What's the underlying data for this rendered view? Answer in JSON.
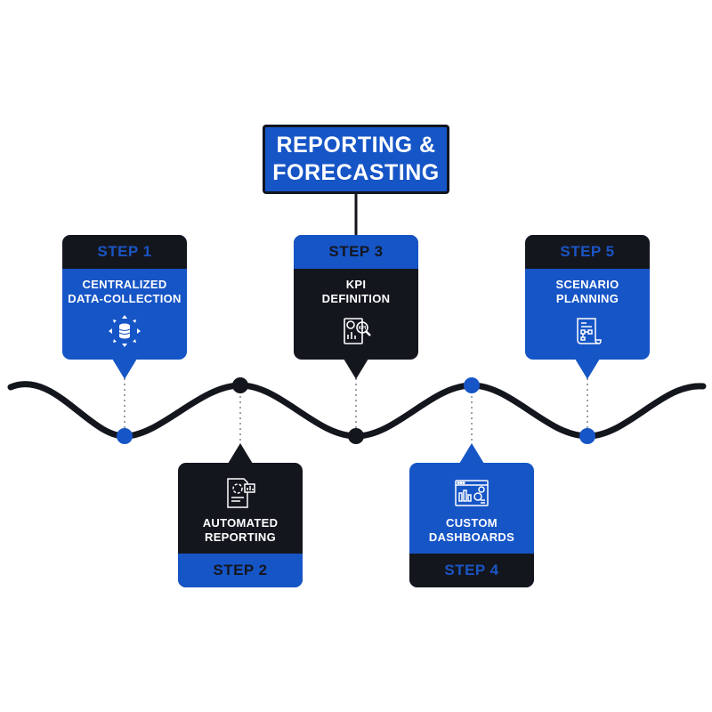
{
  "title": {
    "line1": "REPORTING &",
    "line2": "FORECASTING"
  },
  "steps": [
    {
      "step": "STEP 1",
      "line1": "CENTRALIZED",
      "line2": "DATA-COLLECTION",
      "icon": "database-arrows-icon"
    },
    {
      "step": "STEP 2",
      "line1": "AUTOMATED",
      "line2": "REPORTING",
      "icon": "report-document-icon"
    },
    {
      "step": "STEP 3",
      "line1": "KPI",
      "line2": "DEFINITION",
      "icon": "kpi-analysis-icon"
    },
    {
      "step": "STEP 4",
      "line1": "CUSTOM",
      "line2": "DASHBOARDS",
      "icon": "dashboard-icon"
    },
    {
      "step": "STEP 5",
      "line1": "SCENARIO",
      "line2": "PLANNING",
      "icon": "planning-scroll-icon"
    }
  ],
  "colors": {
    "blue": "#1655c6",
    "dark": "#14161e",
    "white": "#ffffff"
  }
}
